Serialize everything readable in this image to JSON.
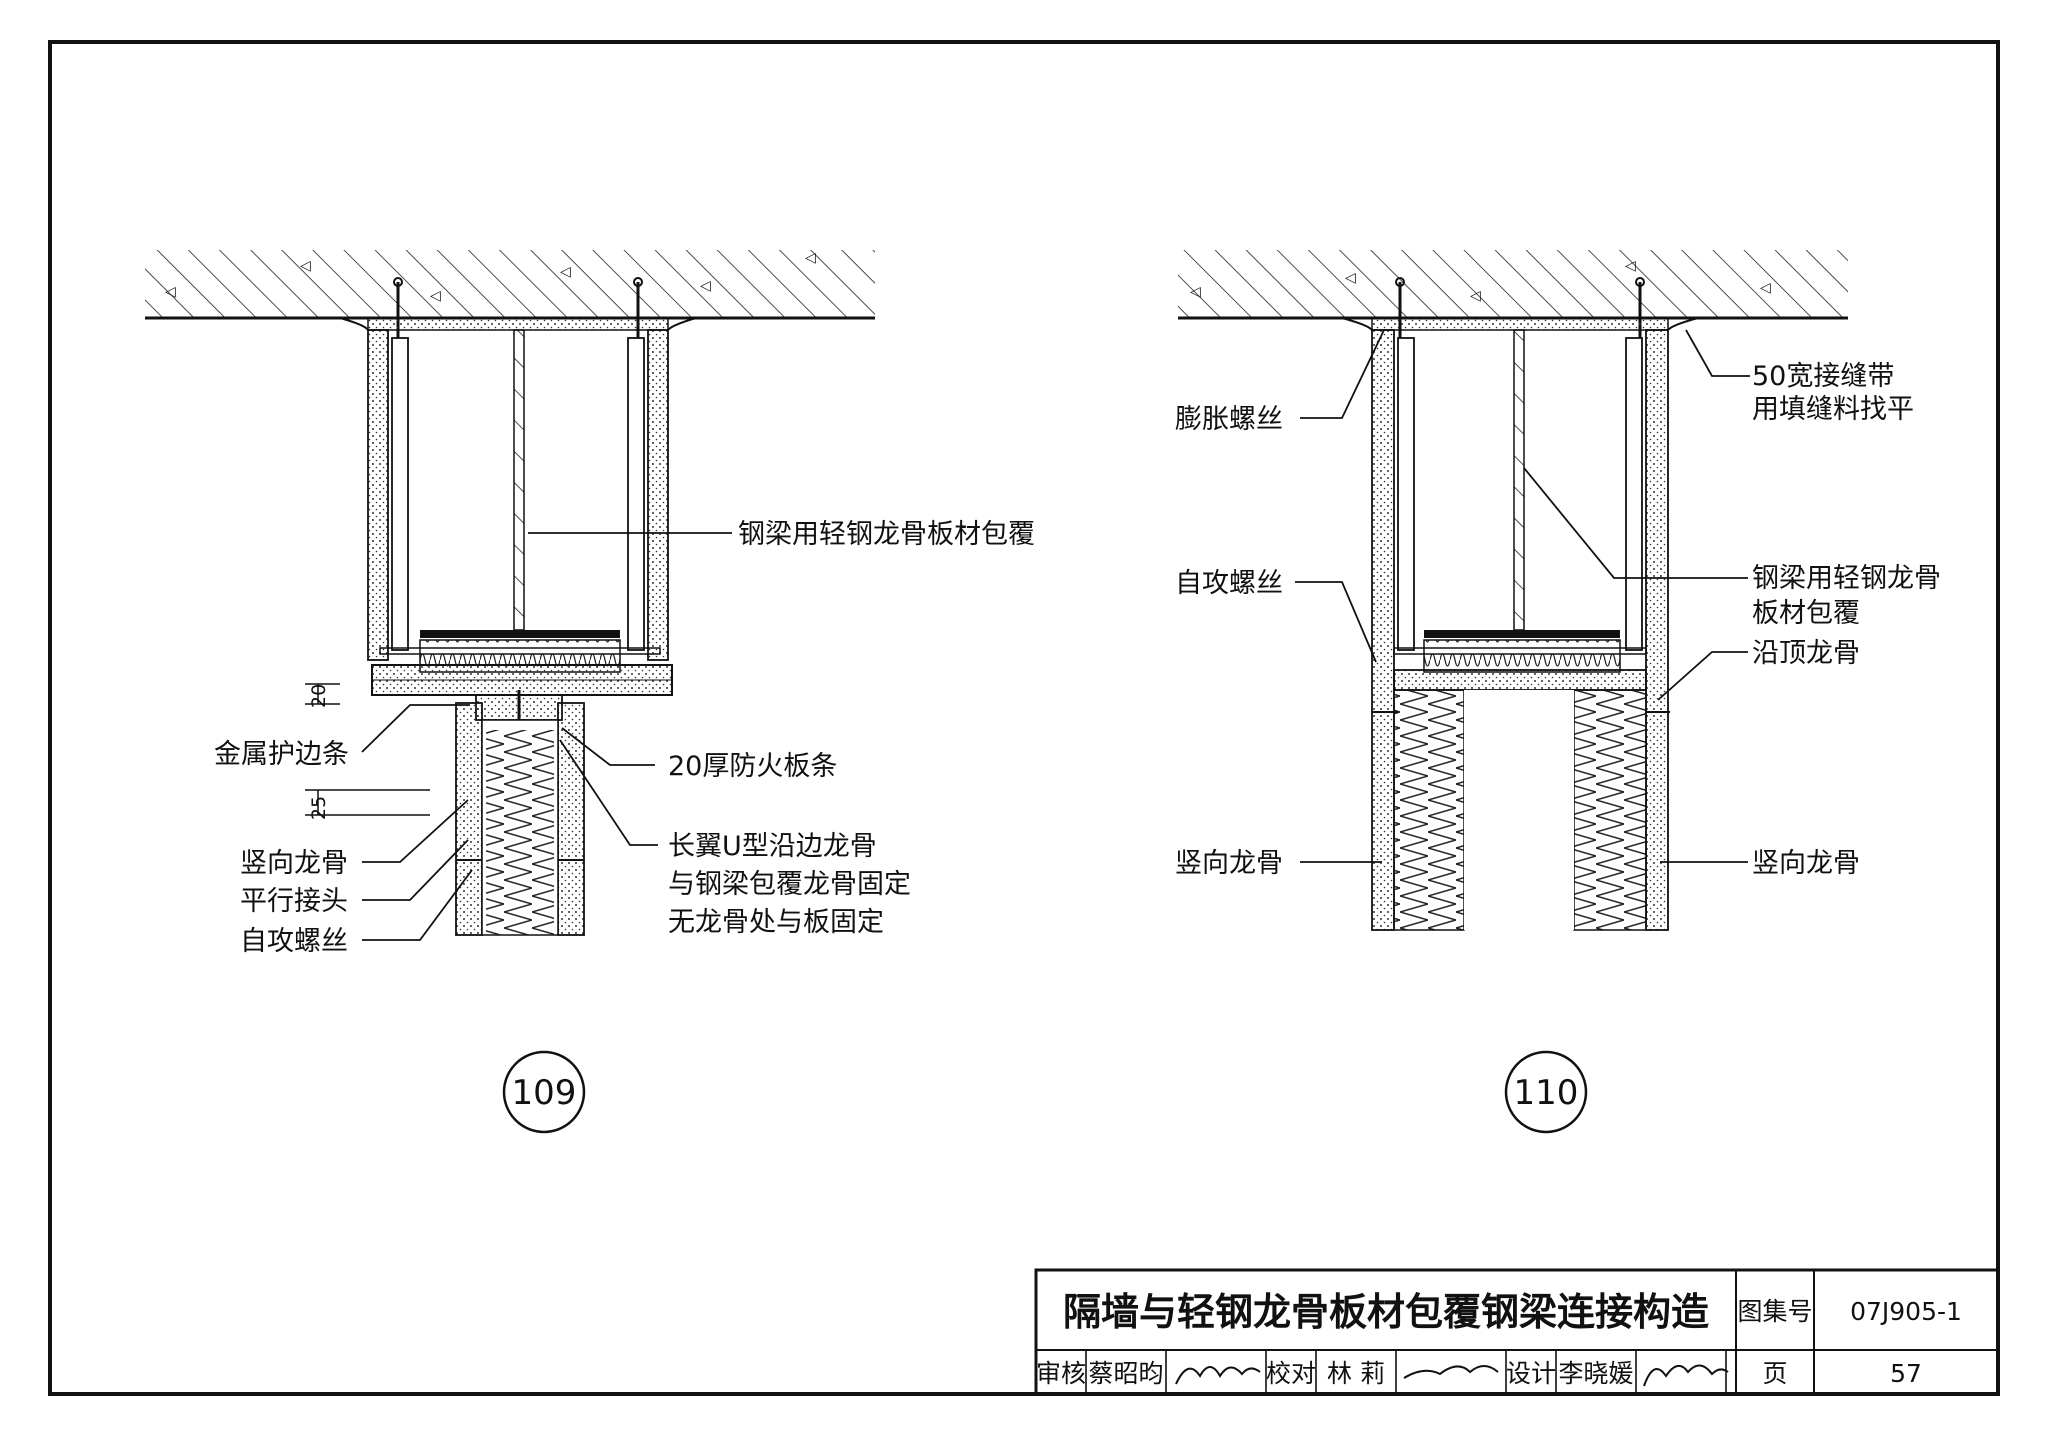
{
  "details": [
    {
      "number": "109",
      "labels": {
        "beam_cladding": "钢梁用轻钢龙骨板材包覆",
        "metal_edge_strip": "金属护边条",
        "fire_board_strip": "20厚防火板条",
        "stud": "竖向龙骨",
        "parallel_joint": "平行接头",
        "self_tapping_screw": "自攻螺丝",
        "u_track_note": [
          "长翼U型沿边龙骨",
          "与钢梁包覆龙骨固定",
          "无龙骨处与板固定"
        ]
      },
      "dimensions": [
        "20",
        "25"
      ]
    },
    {
      "number": "110",
      "labels": {
        "expansion_bolt": "膨胀螺丝",
        "joint_tape": [
          "50宽接缝带",
          "用填缝料找平"
        ],
        "self_tapping_screw": "自攻螺丝",
        "beam_cladding": [
          "钢梁用轻钢龙骨",
          "板材包覆"
        ],
        "top_track": "沿顶龙骨",
        "stud_left": "竖向龙骨",
        "stud_right": "竖向龙骨"
      }
    }
  ],
  "title_block": {
    "title": "隔墙与轻钢龙骨板材包覆钢梁连接构造",
    "atlas_no_label": "图集号",
    "atlas_no": "07J905-1",
    "review_label": "审核",
    "reviewer": "蔡昭昀",
    "check_label": "校对",
    "checker": "林  莉",
    "design_label": "设计",
    "designer": "李晓媛",
    "page_label": "页",
    "page": "57"
  }
}
